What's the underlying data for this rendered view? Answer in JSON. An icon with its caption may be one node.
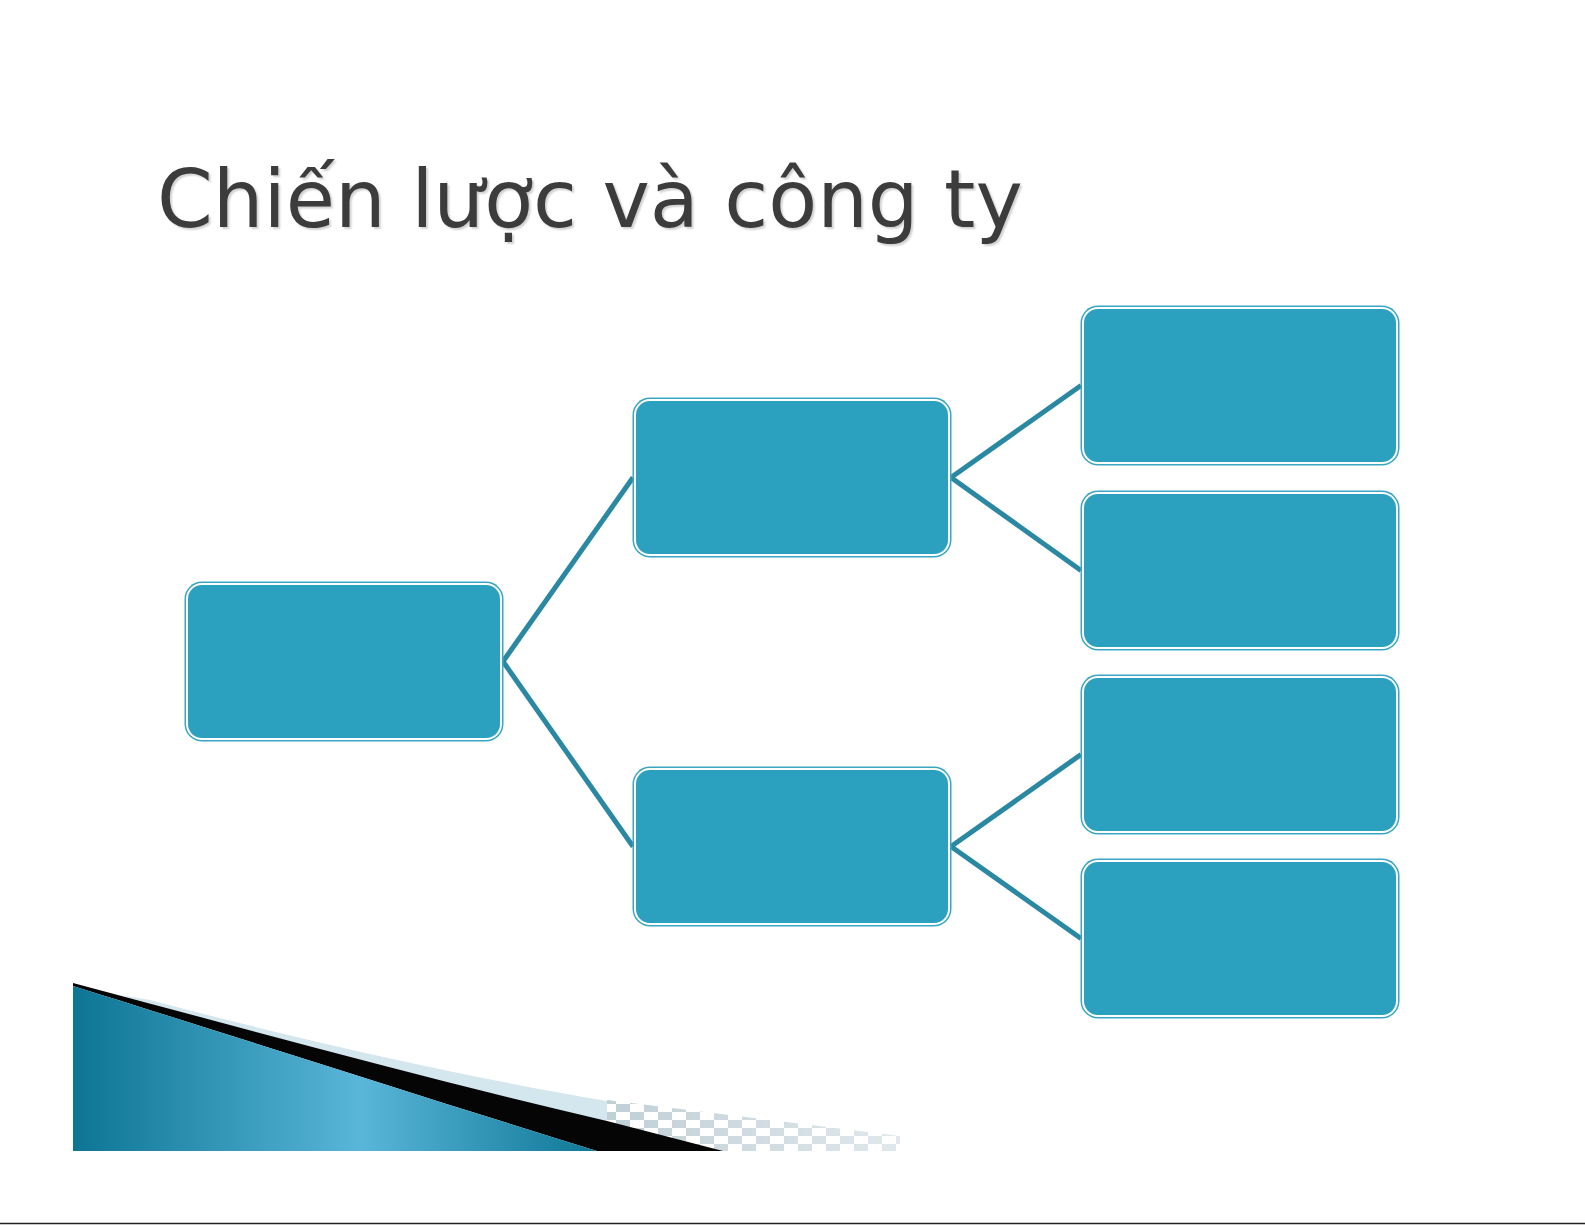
{
  "diagram": {
    "title": "Chiến lược và công ty",
    "nodes": [
      {
        "text": [],
        "shape": "box"
      },
      {
        "text": [],
        "shape": "box"
      },
      {
        "text": [],
        "shape": "box"
      },
      {
        "text": [],
        "shape": "box"
      },
      {
        "text": [],
        "shape": "box"
      },
      {
        "text": [],
        "shape": "box"
      },
      {
        "text": [],
        "shape": "box"
      }
    ],
    "edges": [
      {
        "from": 0,
        "to": 1,
        "arrow": "none"
      },
      {
        "from": 0,
        "to": 2,
        "arrow": "none"
      },
      {
        "from": 1,
        "to": 3,
        "arrow": "none"
      },
      {
        "from": 1,
        "to": 4,
        "arrow": "none"
      },
      {
        "from": 2,
        "to": 5,
        "arrow": "none"
      },
      {
        "from": 2,
        "to": 6,
        "arrow": "none"
      }
    ]
  }
}
